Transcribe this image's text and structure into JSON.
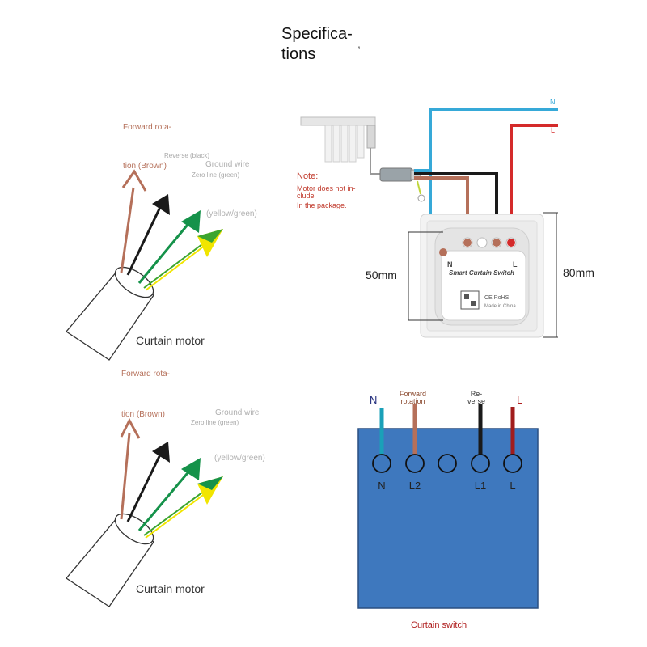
{
  "title": "Specifica-\ntions",
  "motor1": {
    "forward_label": "Forward rota-",
    "forward_label2": "tion (Brown)",
    "reverse_label": "Reverse (black)",
    "ground_label": "Ground wire",
    "zero_label": "Zero line (green)",
    "yellow_label": "(yellow/green)",
    "caption": "Curtain motor"
  },
  "motor2": {
    "forward_label": "Forward rota-",
    "forward_label2": "tion (Brown)",
    "ground_label": "Ground wire",
    "zero_label": "Zero line (green)",
    "yellow_label": "(yellow/green)",
    "caption": "Curtain motor"
  },
  "wiring_photo": {
    "n_label": "N",
    "l_label": "L",
    "note_title": "Note:",
    "note_line1": "Motor does not in-",
    "note_line2": "clude",
    "note_line3": "In the package.",
    "dim_inner": "50mm",
    "dim_outer": "80mm",
    "switch_n": "N",
    "switch_l": "L",
    "switch_name": "Smart Curtain Switch",
    "switch_ce": "CE RoHS",
    "switch_made": "Made in China",
    "colors": {
      "blue": "#36a9d8",
      "red": "#d42a2a",
      "brown": "#b5705a",
      "black": "#1a1a1a"
    }
  },
  "switch_diagram": {
    "wire_n": "N",
    "wire_forward": "Forward\nrotation",
    "wire_reverse": "Re-\nverse",
    "wire_l": "L",
    "terminals": [
      "N",
      "L2",
      "",
      "L1",
      "L"
    ],
    "caption": "Curtain switch",
    "box_color": "#3e78be"
  }
}
